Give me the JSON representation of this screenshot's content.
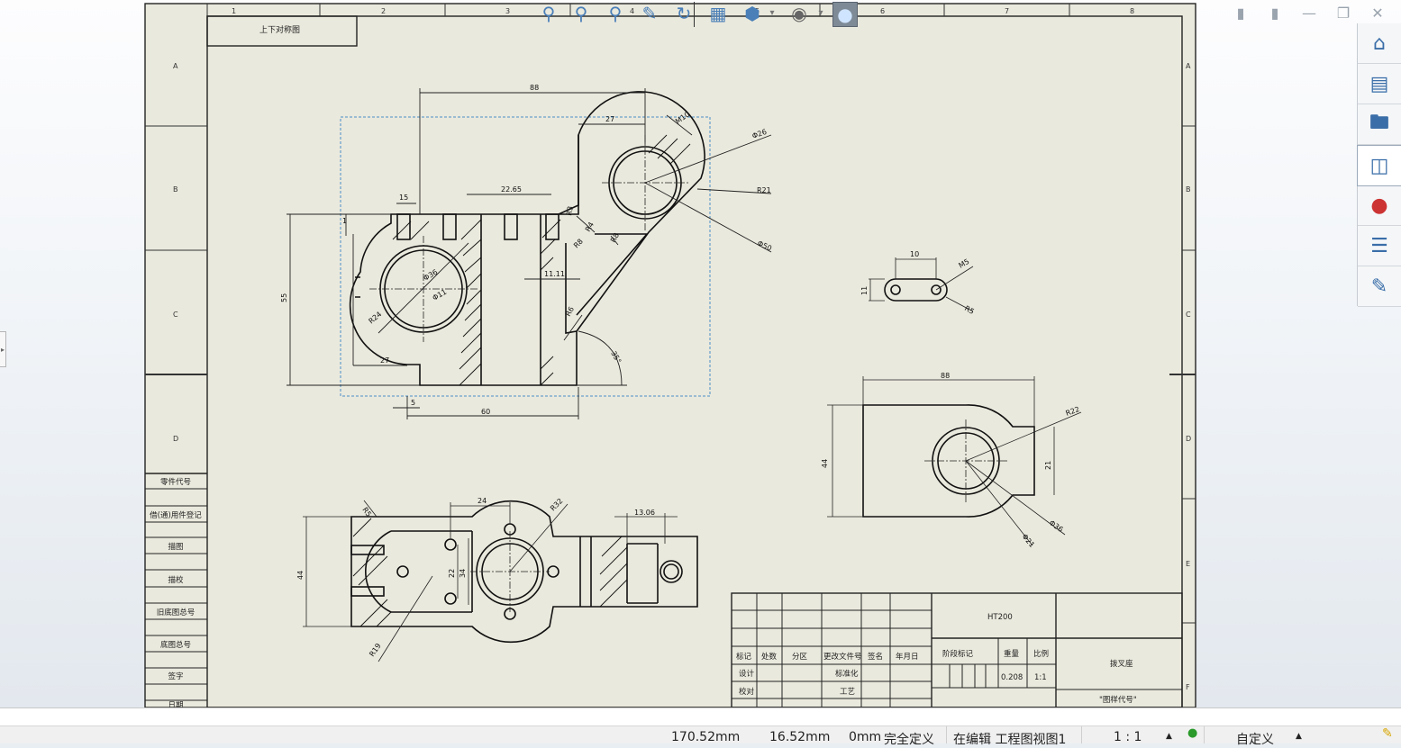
{
  "drawing": {
    "zone_cols": [
      "1",
      "2",
      "3",
      "4",
      "5",
      "6",
      "7",
      "8"
    ],
    "zone_rows": [
      "A",
      "B",
      "C",
      "D",
      "E",
      "F"
    ],
    "top_left_label": "上下对称图",
    "left_strip_labels": [
      "零件代号",
      "借(通)用件登记",
      "描图",
      "描校",
      "旧底图总号",
      "底图总号",
      "签字",
      "日期"
    ],
    "title_block": {
      "material": "HT200",
      "headers": [
        "标记",
        "处数",
        "分区",
        "更改文件号",
        "签名",
        "年月日"
      ],
      "rows": [
        "设计",
        "校对"
      ],
      "std_labels": [
        "标准化",
        "工艺"
      ],
      "stage_label": "阶段标记",
      "weight_label": "重量",
      "scale_label": "比例",
      "weight_value": "0.208",
      "scale_value": "1:1",
      "part_name": "拨叉座",
      "drawing_code": "\"图样代号\""
    },
    "dims": {
      "front": [
        "88",
        "27",
        "M10",
        "Φ26",
        "R21",
        "Φ50",
        "15",
        "1",
        "22.65",
        "R3",
        "R4",
        "R8",
        "Φ36",
        "Φ11",
        "55",
        "R24",
        "R8",
        "11.11",
        "R6",
        "27",
        "5",
        "60",
        "35°"
      ],
      "small": [
        "10",
        "M5",
        "R5",
        "11"
      ],
      "side": [
        "88",
        "R22",
        "44",
        "21",
        "Φ36",
        "Φ21"
      ],
      "top": [
        "R5",
        "24",
        "R32",
        "13.06",
        "44",
        "22",
        "34",
        "R19"
      ]
    }
  },
  "toolbar": {
    "icons": [
      "zoom-to-fit-icon",
      "zoom-to-area-icon",
      "zoom-in-out-icon",
      "pan-icon",
      "rotate-icon",
      "section-view-icon",
      "view-orientation-icon",
      "hide-show-icon",
      "appearance-icon"
    ]
  },
  "taskpane": {
    "icons": [
      "home-icon",
      "design-library-icon",
      "file-explorer-icon",
      "view-palette-icon",
      "appearance-scene-icon",
      "custom-properties-icon",
      "forum-icon"
    ]
  },
  "status": {
    "x": "170.52mm",
    "y": "16.52mm",
    "z": "0mm",
    "define": "完全定义",
    "editing": "在编辑 工程图视图1",
    "scale": "1 : 1",
    "custom": "自定义"
  }
}
